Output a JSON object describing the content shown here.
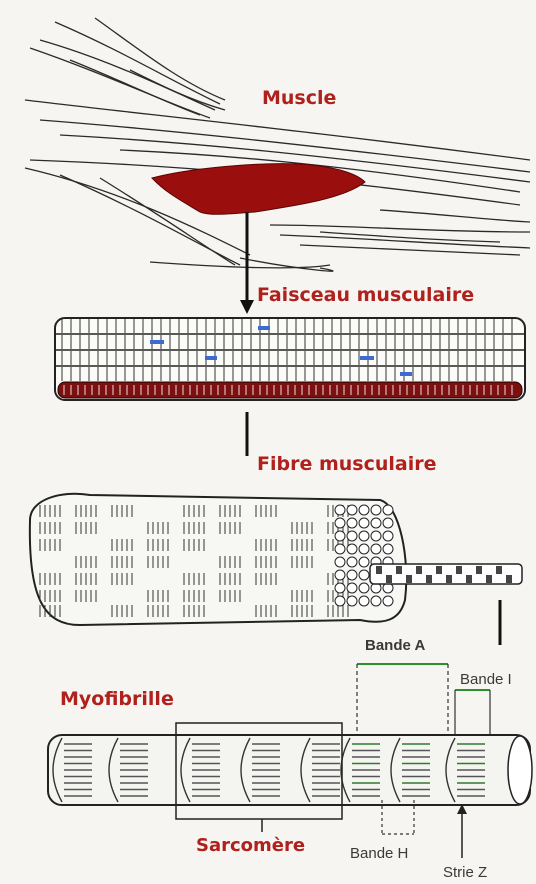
{
  "labels": {
    "muscle": "Muscle",
    "faisceau": "Faisceau musculaire",
    "fibre": "Fibre musculaire",
    "myofibrille": "Myofibrille",
    "sarcomere": "Sarcomère",
    "bande_a": "Bande A",
    "bande_i": "Bande I",
    "bande_h": "Bande H",
    "strie_z": "Strie Z"
  },
  "colors": {
    "label_red": "#b0201c",
    "muscle_highlight": "#9a0e0e",
    "line_dark": "#2a2a2a",
    "label_gray": "#3a3a3a",
    "band_green": "#2f8f2f",
    "background": "#f6f5f1"
  }
}
